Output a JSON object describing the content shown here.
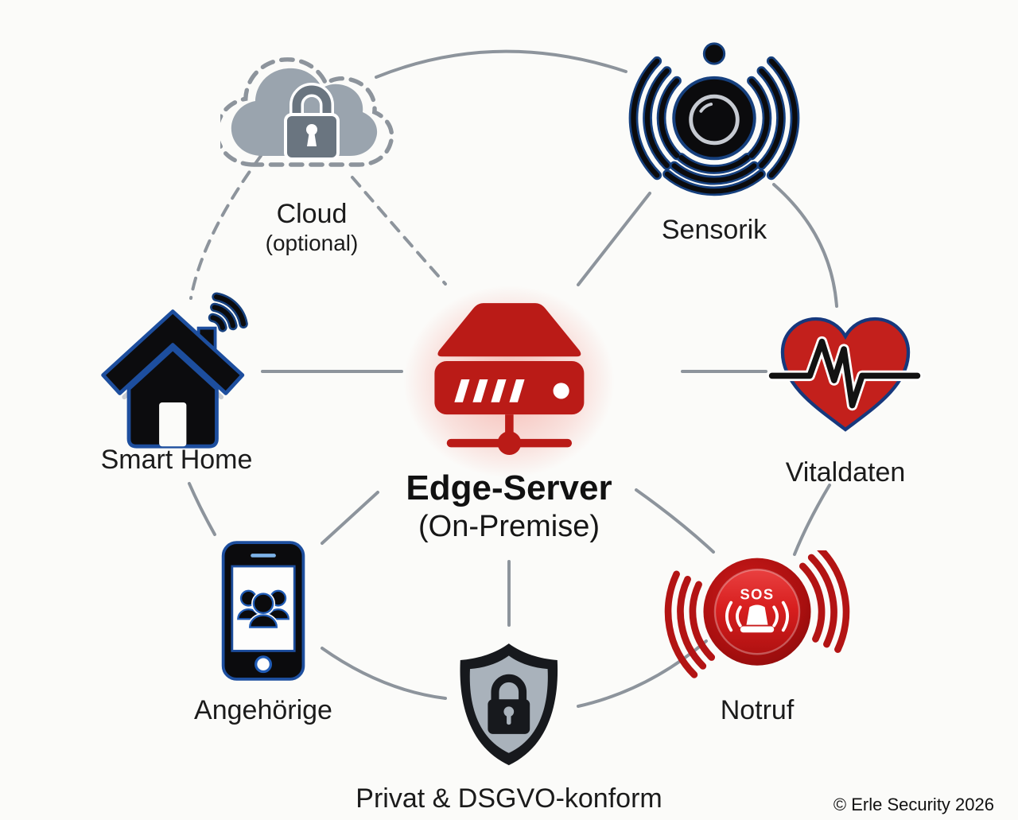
{
  "diagram": {
    "title_node": {
      "title": "Edge-Server",
      "subtitle": "(On-Premise)"
    },
    "nodes": {
      "cloud": {
        "label": "Cloud",
        "sublabel": "(optional)",
        "icon": "locked-cloud-icon"
      },
      "sensorik": {
        "label": "Sensorik",
        "icon": "camera-sensor-icon"
      },
      "smart_home": {
        "label": "Smart Home",
        "icon": "wifi-house-icon"
      },
      "vitaldaten": {
        "label": "Vitaldaten",
        "icon": "heart-ecg-icon"
      },
      "angehoerige": {
        "label": "Angehörige",
        "icon": "phone-family-icon"
      },
      "notruf": {
        "label": "Notruf",
        "button_text": "SOS",
        "icon": "sos-button-icon"
      },
      "privacy": {
        "label": "Privat & DSGVO-konform",
        "icon": "shield-lock-icon"
      }
    },
    "edges": [
      {
        "from": "cloud",
        "to": "sensorik",
        "style": "solid"
      },
      {
        "from": "cloud",
        "to": "smart_home",
        "style": "dashed"
      },
      {
        "from": "cloud",
        "to": "edge_server",
        "style": "dashed"
      },
      {
        "from": "smart_home",
        "to": "edge_server",
        "style": "solid"
      },
      {
        "from": "edge_server",
        "to": "vitaldaten",
        "style": "solid"
      },
      {
        "from": "sensorik",
        "to": "edge_server",
        "style": "solid"
      },
      {
        "from": "sensorik",
        "to": "vitaldaten",
        "style": "solid"
      },
      {
        "from": "smart_home",
        "to": "angehoerige",
        "style": "solid"
      },
      {
        "from": "edge_server",
        "to": "angehoerige",
        "style": "solid"
      },
      {
        "from": "edge_server",
        "to": "privacy",
        "style": "solid"
      },
      {
        "from": "edge_server",
        "to": "notruf",
        "style": "solid"
      },
      {
        "from": "vitaldaten",
        "to": "notruf",
        "style": "solid"
      },
      {
        "from": "angehoerige",
        "to": "privacy",
        "style": "solid"
      },
      {
        "from": "privacy",
        "to": "notruf",
        "style": "solid"
      }
    ],
    "footer": {
      "copyright": "© Erle Security 2026"
    },
    "colors": {
      "background": "#fbfbf9",
      "server_red": "#ba1b17",
      "alert_red": "#b31414",
      "heart_red": "#c3201c",
      "outline_blue": "#1d4e9e",
      "icon_black": "#0c0c0e",
      "cloud_gray": "#9aa4ae",
      "lock_gray": "#6a7580",
      "shield_gray": "#a9b2bb",
      "connector_gray": "#8d949c",
      "text": "#1b1b1b"
    }
  }
}
